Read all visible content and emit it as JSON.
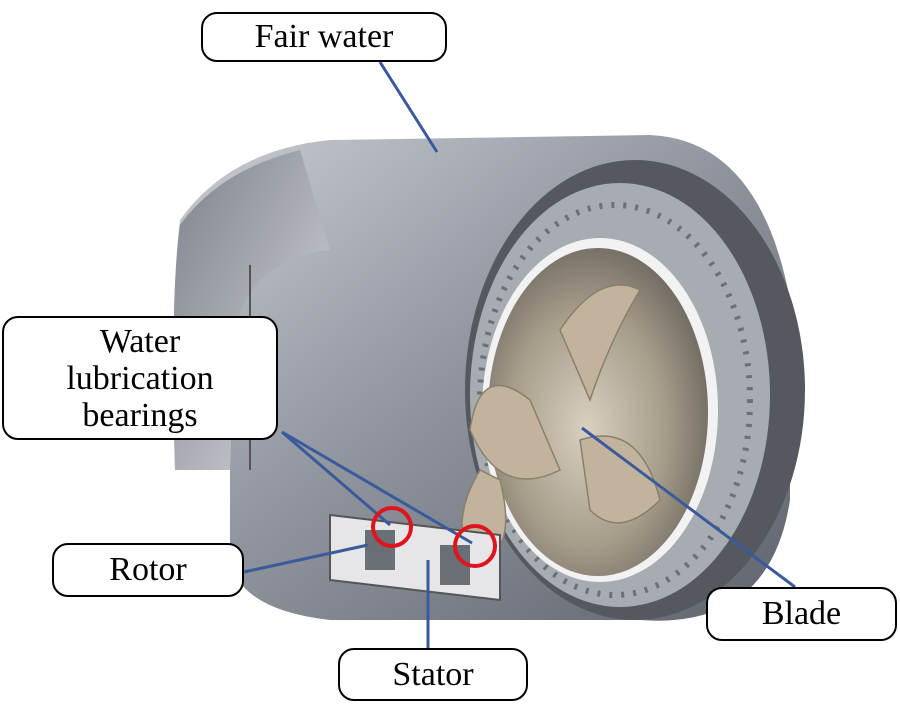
{
  "figure": {
    "labels": {
      "fair_water": "Fair water",
      "bearings_line1": "Water",
      "bearings_line2": "lubrication",
      "bearings_line3": "bearings",
      "rotor": "Rotor",
      "stator": "Stator",
      "blade": "Blade"
    },
    "colors": {
      "leader_line": "#3a5a9c",
      "highlight_circle": "#e0141e",
      "housing": "#9ea3ab"
    }
  }
}
